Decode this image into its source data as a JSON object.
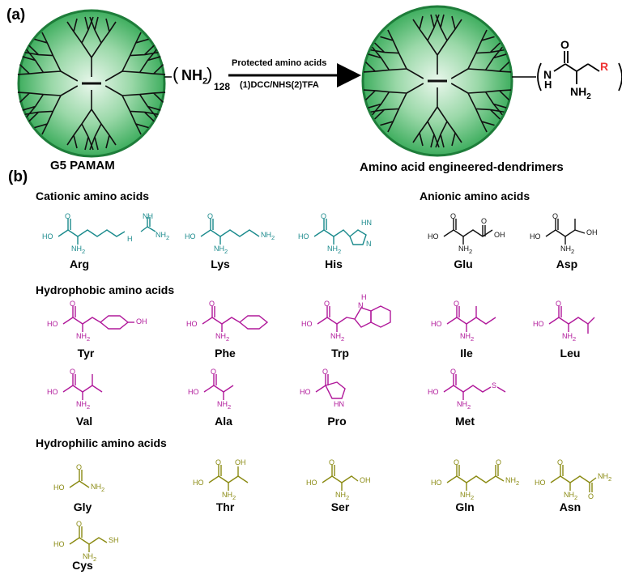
{
  "panels": {
    "a": "(a)",
    "b": "(b)"
  },
  "scheme": {
    "left_label": "G5 PAMAM",
    "surface_group": "NH",
    "surface_sub": "2",
    "surface_count": "128",
    "arrow_top": "Protected amino acids",
    "arrow_bottom": "(1)DCC/NHS(2)TFA",
    "right_label": "Amino acid engineered-dendrimers",
    "product": {
      "O": "O",
      "N": "N",
      "H": "H",
      "R": "R",
      "NH": "NH",
      "sub": "2"
    }
  },
  "colors": {
    "cationic": "#1a8a8c",
    "anionic": "#111111",
    "hydrophobic": "#b0189a",
    "hydrophilic": "#8a8a12",
    "R_group": "#ee3333",
    "dendrimer_fill": "#5fc37a"
  },
  "sections": {
    "cationic": "Cationic amino acids",
    "anionic": "Anionic amino acids",
    "hydrophobic": "Hydrophobic amino acids",
    "hydrophilic": "Hydrophilic amino acids"
  },
  "amino_acids": {
    "arg": "Arg",
    "lys": "Lys",
    "his": "His",
    "glu": "Glu",
    "asp": "Asp",
    "tyr": "Tyr",
    "phe": "Phe",
    "trp": "Trp",
    "ile": "Ile",
    "leu": "Leu",
    "val": "Val",
    "ala": "Ala",
    "pro": "Pro",
    "met": "Met",
    "gly": "Gly",
    "thr": "Thr",
    "ser": "Ser",
    "gln": "Gln",
    "asn": "Asn",
    "cys": "Cys"
  },
  "atom_labels": {
    "OH": "OH",
    "HO": "HO",
    "O": "O",
    "NH": "NH",
    "NH2": "NH",
    "sub2": "2",
    "H": "H",
    "N": "N",
    "S": "S",
    "SH": "SH"
  }
}
